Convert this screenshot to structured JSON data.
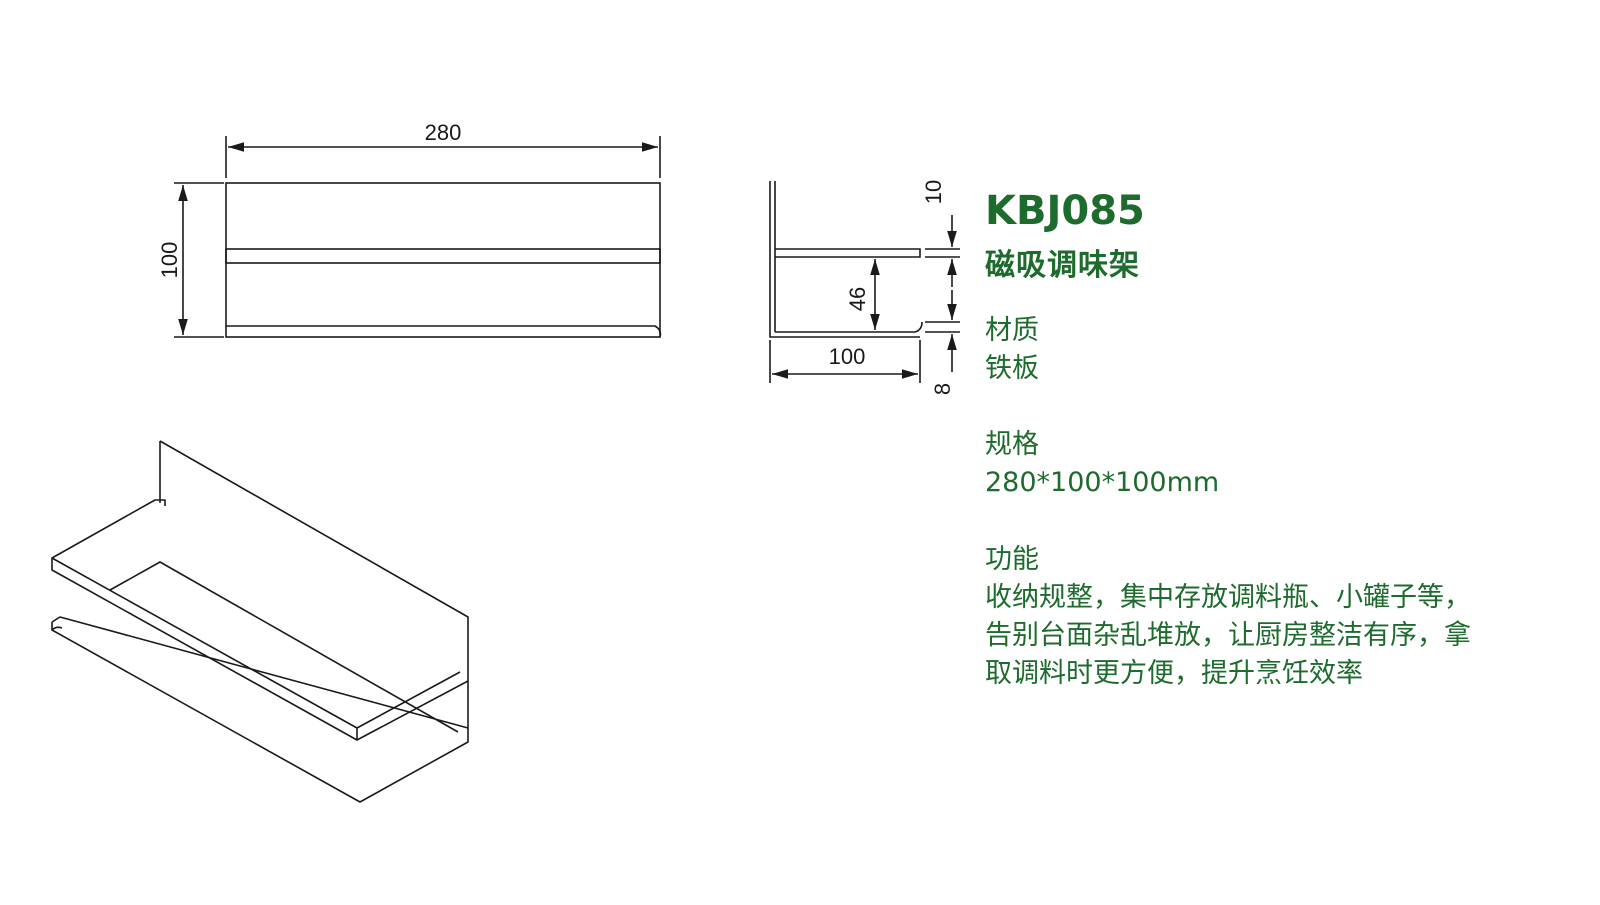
{
  "product": {
    "code": "KBJ085",
    "name": "磁吸调味架"
  },
  "specs": {
    "material_label": "材质",
    "material_value": "铁板",
    "size_label": "规格",
    "size_value": "280*100*100mm",
    "function_label": "功能",
    "function_lines": [
      "收纳规整，集中存放调料瓶、小罐子等，",
      "告别台面杂乱堆放，让厨房整洁有序，拿",
      "取调料时更方便，提升烹饪效率"
    ]
  },
  "dimensions": {
    "front_width": "280",
    "front_height": "100",
    "side_depth": "100",
    "side_top": "10",
    "side_middle": "46",
    "side_bottom": "8"
  },
  "colors": {
    "text_green": "#1e6b2e",
    "line": "#1a1a1a"
  }
}
